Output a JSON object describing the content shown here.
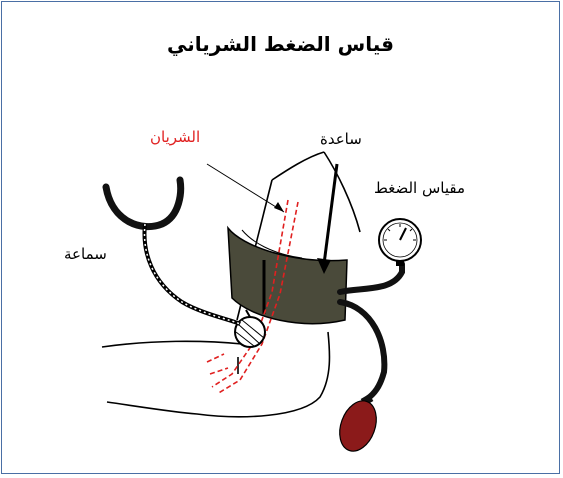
{
  "title": "قياس الضغط الشرياني",
  "labels": {
    "artery": "الشريان",
    "forearm": "ساعدة",
    "pressure_gauge": "مقياس الضغط",
    "stethoscope": "سماعة"
  },
  "colors": {
    "artery": "#e02020",
    "cuff": "#4a4a3a",
    "bulb": "#8b1a1a",
    "frame_border": "#4a6fa5"
  }
}
